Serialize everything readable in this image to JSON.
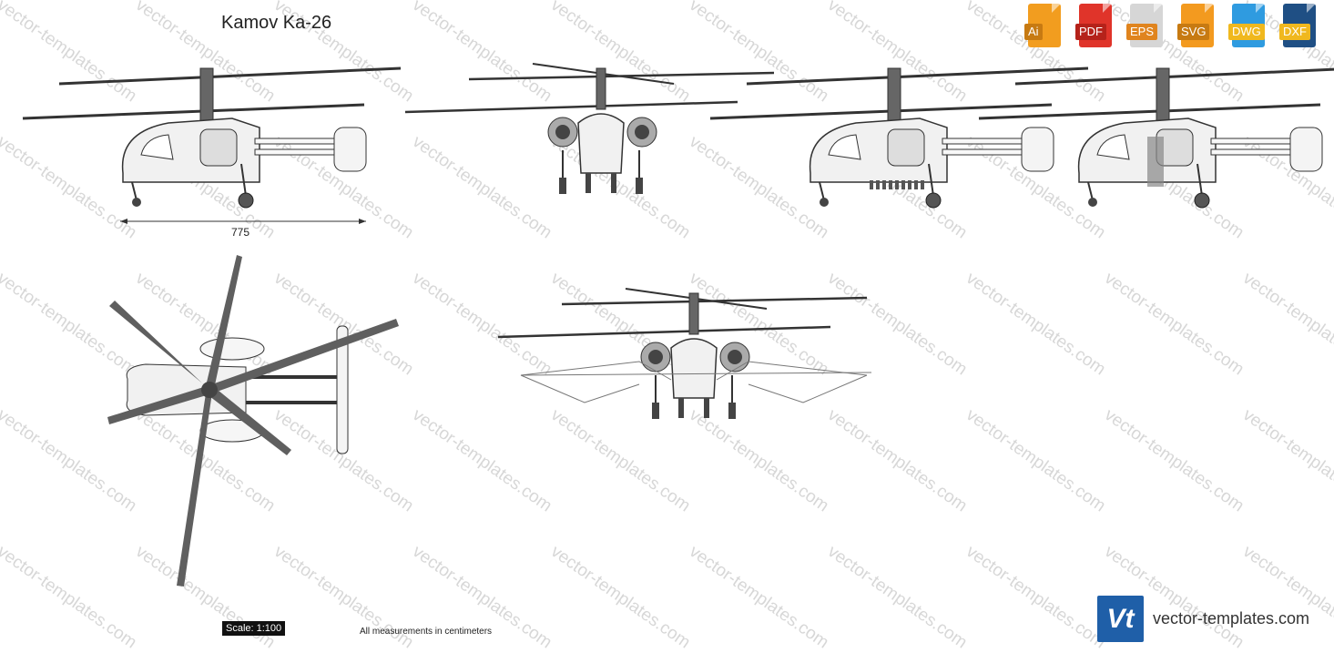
{
  "title": "Kamov Ka-26",
  "formats": [
    {
      "label": "Ai",
      "color": "#f29d1f"
    },
    {
      "label": "PDF",
      "color": "#e0342a"
    },
    {
      "label": "EPS",
      "color": "#c9c9c9"
    },
    {
      "label": "SVG",
      "color": "#f39a1f"
    },
    {
      "label": "DWG",
      "color": "#2f9be0"
    },
    {
      "label": "DXF",
      "color": "#1f4f84"
    }
  ],
  "dimension_label": "775",
  "scale_label": "Scale: 1:100",
  "measurement_note": "All measurements in centimeters",
  "brand": {
    "logo_text": "Vt",
    "url": "vector-templates.com"
  },
  "watermark": "vector-templates.com",
  "colors": {
    "blade": "#5f5f5f",
    "line": "#333333",
    "fill": "#f1f1f1"
  }
}
